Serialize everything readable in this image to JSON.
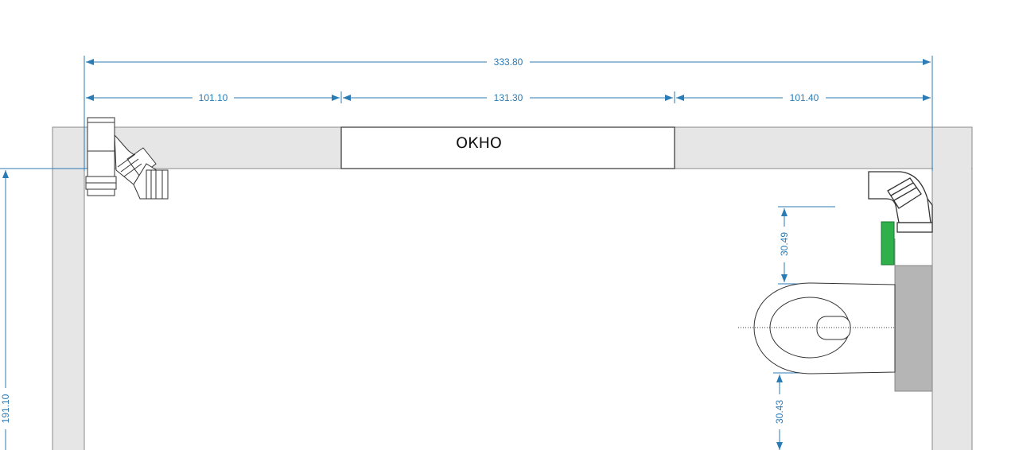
{
  "colors": {
    "dimension": "#2b7bb5",
    "wall_fill": "#e6e6e6",
    "wall_stroke": "#8a8a8a",
    "installation_frame": "#b5b5b5",
    "flush_button": "#2fb04a",
    "line": "#333333"
  },
  "plan": {
    "window": {
      "label": "ОКНО"
    },
    "dimensions": {
      "overall_width": "333.80",
      "left_segment": "101.10",
      "window_width": "131.30",
      "right_segment": "101.40",
      "room_depth": "191.10",
      "toilet_top_offset": "30.49",
      "toilet_bottom_offset": "30.43"
    },
    "fixtures": [
      {
        "name": "drain-fitting-left",
        "icon": "pipe-elbow-icon"
      },
      {
        "name": "drain-fitting-right",
        "icon": "pipe-elbow-icon"
      },
      {
        "name": "flush-button",
        "icon": "flush-plate-icon"
      },
      {
        "name": "wall-hung-toilet",
        "icon": "toilet-icon"
      }
    ]
  }
}
